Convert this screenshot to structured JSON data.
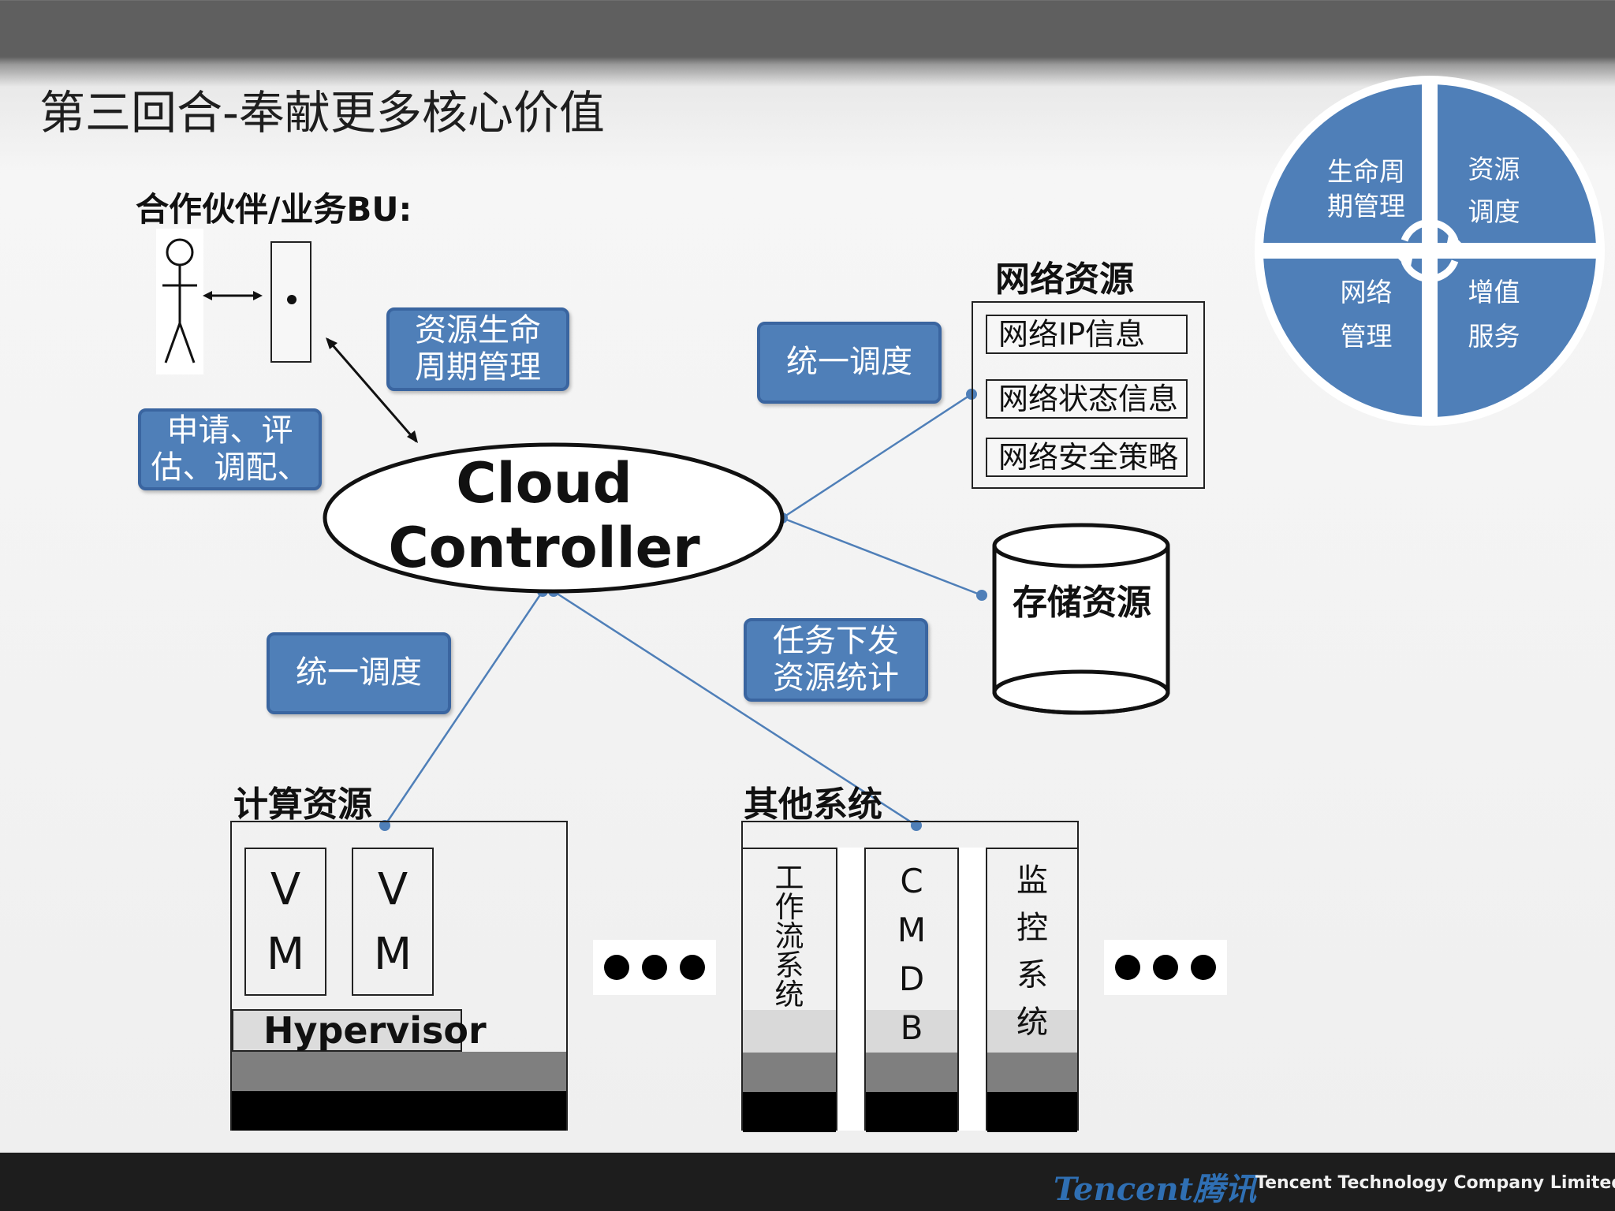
{
  "title": "第三回合-奉献更多核心价值",
  "partner_label": "合作伙伴/业务BU:",
  "callouts": {
    "lifecycle": [
      "资源生命",
      "周期管理"
    ],
    "apply": [
      "申请、评",
      "估、调配、"
    ],
    "schedule_top": "统一调度",
    "schedule_left": "统一调度",
    "task": [
      "任务下发",
      "资源统计"
    ]
  },
  "controller": [
    "Cloud",
    "Controller"
  ],
  "network": {
    "title": "网络资源",
    "items": [
      "网络IP信息",
      "网络状态信息",
      "网络安全策略"
    ]
  },
  "storage_label": "存储资源",
  "compute": {
    "title": "计算资源",
    "vm_letters": [
      "V",
      "M"
    ],
    "hypervisor": "Hypervisor"
  },
  "other_systems": {
    "title": "其他系统",
    "workflow": [
      "工",
      "作",
      "流",
      "系",
      "统"
    ],
    "cmdb": [
      "C",
      "M",
      "D",
      "B"
    ],
    "monitor": [
      "监",
      "控",
      "系",
      "统"
    ]
  },
  "quadrants": {
    "tl": [
      "生命周",
      "期管理"
    ],
    "tr": [
      "资源",
      "调度"
    ],
    "bl": [
      "网络",
      "管理"
    ],
    "br": [
      "增值",
      "服务"
    ],
    "colors": {
      "fill": "#4f7fb8",
      "border": "#ffffff"
    }
  },
  "footer": {
    "logo": "Tencent腾讯",
    "company": "Tencent Technology Company Limited"
  },
  "colors": {
    "callout": "#4f7fb8",
    "connector": "#4f7fb8",
    "footer": "#1d1d1d"
  }
}
